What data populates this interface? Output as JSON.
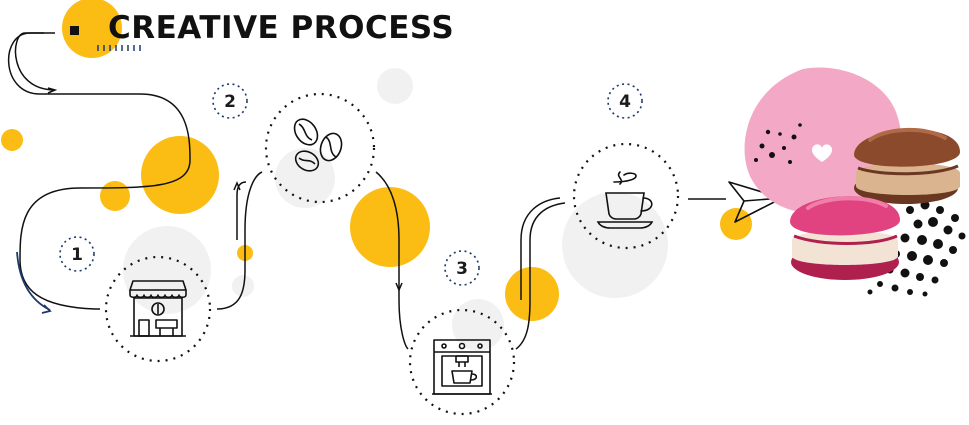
{
  "title": "CREATIVE PROCESS",
  "steps": [
    {
      "number": "1",
      "icon": "coffee-shop-icon"
    },
    {
      "number": "2",
      "icon": "coffee-beans-icon"
    },
    {
      "number": "3",
      "icon": "coffee-machine-icon"
    },
    {
      "number": "4",
      "icon": "coffee-cup-icon"
    }
  ],
  "final_icon": "paper-plane-icon",
  "final_image": "macarons-illustration",
  "colors": {
    "accent_yellow": "#fbbd14",
    "light_gray": "#f1f1f1",
    "line": "#111111",
    "pink_blob": "#f3a9c6",
    "macaron_pink": "#e0437f",
    "macaron_brown": "#8b4a2c",
    "arrow_blue": "#1c3a6b"
  }
}
